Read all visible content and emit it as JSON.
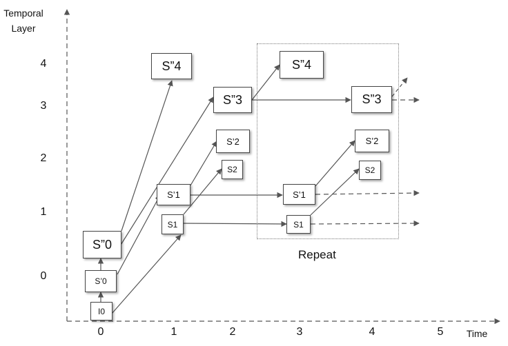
{
  "axes": {
    "y_title": "Temporal\nLayer",
    "x_title": "Time",
    "y_ticks": [
      "0",
      "1",
      "2",
      "3",
      "4"
    ],
    "x_ticks": [
      "0",
      "1",
      "2",
      "3",
      "4",
      "5"
    ]
  },
  "nodes": {
    "i0": "I0",
    "s0_prime": "S’0",
    "s0_dprime": "S”0",
    "s1_t1": "S1",
    "s1_prime_t1": "S’1",
    "s2_t2": "S2",
    "s2_prime_t2": "S’2",
    "s3_dprime_t2": "S”3",
    "s4_dprime_t1": "S”4",
    "s4_dprime_t3": "S”4",
    "s1_prime_t3": "S’1",
    "s1_t3": "S1",
    "s3_dprime_t4": "S”3",
    "s2_prime_t4": "S’2",
    "s2_t4": "S2"
  },
  "repeat_label": "Repeat",
  "colors": {
    "line": "#555555",
    "box_border": "#444444",
    "text": "#111111"
  }
}
